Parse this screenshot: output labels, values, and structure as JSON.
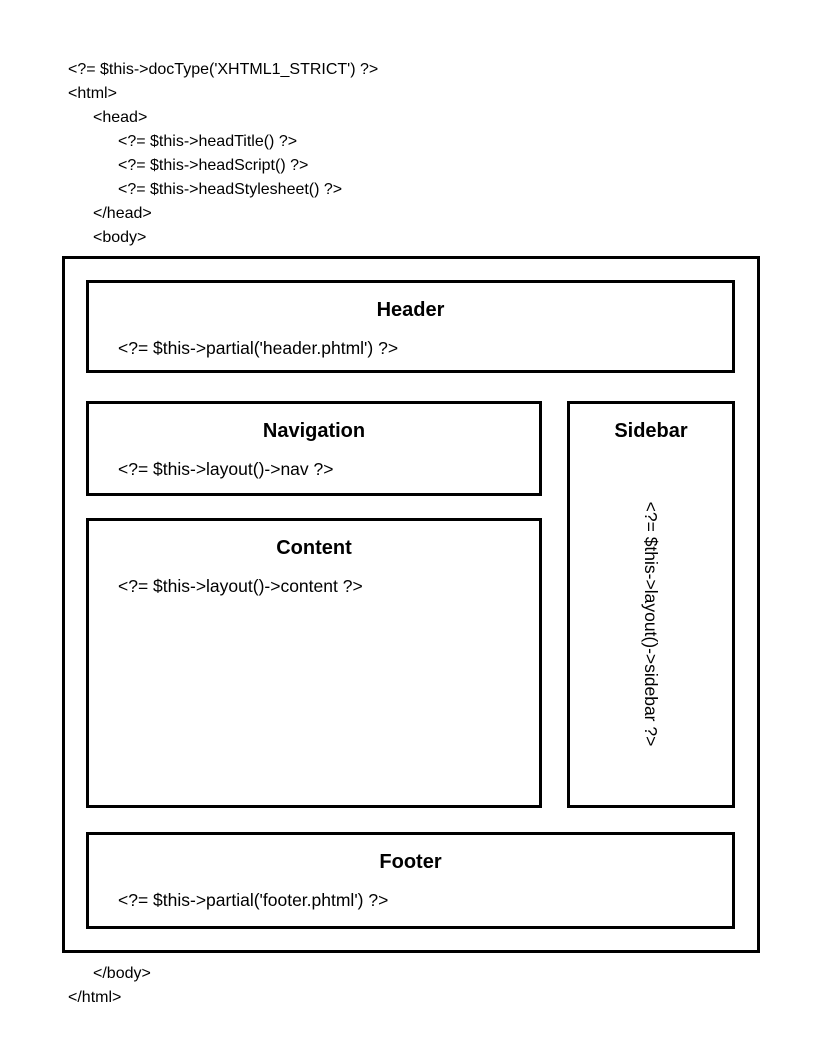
{
  "page": {
    "background": "#ffffff",
    "text_color": "#000000",
    "border_color": "#000000"
  },
  "code_top": {
    "lines": [
      {
        "indent": 0,
        "text": "<?= $this->docType('XHTML1_STRICT') ?>"
      },
      {
        "indent": 0,
        "text": "<html>"
      },
      {
        "indent": 1,
        "text": "<head>"
      },
      {
        "indent": 2,
        "text": "<?= $this->headTitle() ?>"
      },
      {
        "indent": 2,
        "text": "<?= $this->headScript() ?>"
      },
      {
        "indent": 2,
        "text": "<?= $this->headStylesheet() ?>"
      },
      {
        "indent": 1,
        "text": "</head>"
      },
      {
        "indent": 1,
        "text": "<body>"
      }
    ]
  },
  "layout_boxes": {
    "header": {
      "title": "Header",
      "code": "<?= $this->partial('header.phtml') ?>"
    },
    "navigation": {
      "title": "Navigation",
      "code": "<?= $this->layout()->nav ?>"
    },
    "content": {
      "title": "Content",
      "code": "<?= $this->layout()->content ?>"
    },
    "sidebar": {
      "title": "Sidebar",
      "code": "<?= $this->layout()->sidebar ?>",
      "code_orientation": "rotated-90-clockwise"
    },
    "footer": {
      "title": "Footer",
      "code": "<?= $this->partial('footer.phtml') ?>"
    }
  },
  "code_bottom": {
    "lines": [
      {
        "indent": 1,
        "text": "</body>"
      },
      {
        "indent": 0,
        "text": "</html>"
      }
    ]
  }
}
